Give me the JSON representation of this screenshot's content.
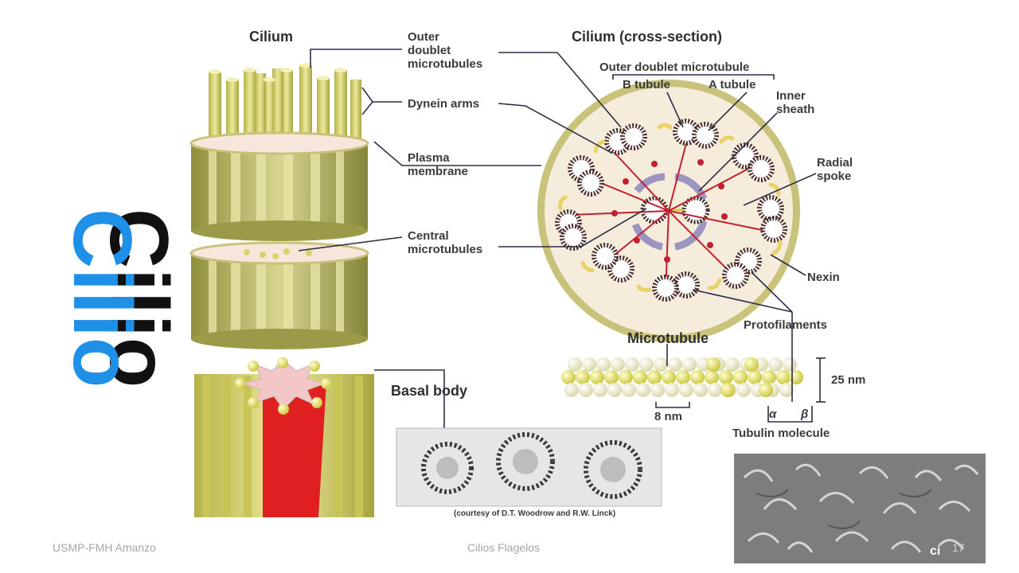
{
  "title": "Cilio",
  "diagram": {
    "cilium_header": "Cilium",
    "cross_section_header": "Cilium (cross-section)",
    "outer_doublet_microtubules": "Outer\ndoublet\nmicrotubules",
    "dynein_arms": "Dynein arms",
    "plasma_membrane": "Plasma\nmembrane",
    "central_microtubules": "Central\nmicrotubules",
    "outer_doublet_microtubule": "Outer doublet microtubule",
    "b_tubule": "B tubule",
    "a_tubule": "A tubule",
    "inner_sheath": "Inner\nsheath",
    "radial_spoke": "Radial\nspoke",
    "nexin": "Nexin",
    "protofilaments": "Protofilaments",
    "microtubule_header": "Microtubule",
    "size_25nm": "25 nm",
    "size_8nm": "8 nm",
    "alpha": "α",
    "beta": "β",
    "tubulin_molecule": "Tubulin molecule",
    "basal_body_header": "Basal body",
    "credit": "(courtesy of D.T. Woodrow and R.W. Linck)",
    "micrograph_label": "ci"
  },
  "footer": {
    "left": "USMP-FMH Amanzo",
    "center": "Cilios Flagelos",
    "page_number": "17"
  },
  "colors": {
    "title_blue": "#1e90e8",
    "title_black": "#111111",
    "tubule_yellow": "#d9d46a",
    "cylinder_olive": "#9a9a4a",
    "basal_red": "#e02020",
    "membrane_ring": "#c8c27a",
    "spoke_red": "#c21f2f",
    "inner_sheath_purple": "#9c95c2",
    "footer_gray": "#a6a6a6"
  }
}
